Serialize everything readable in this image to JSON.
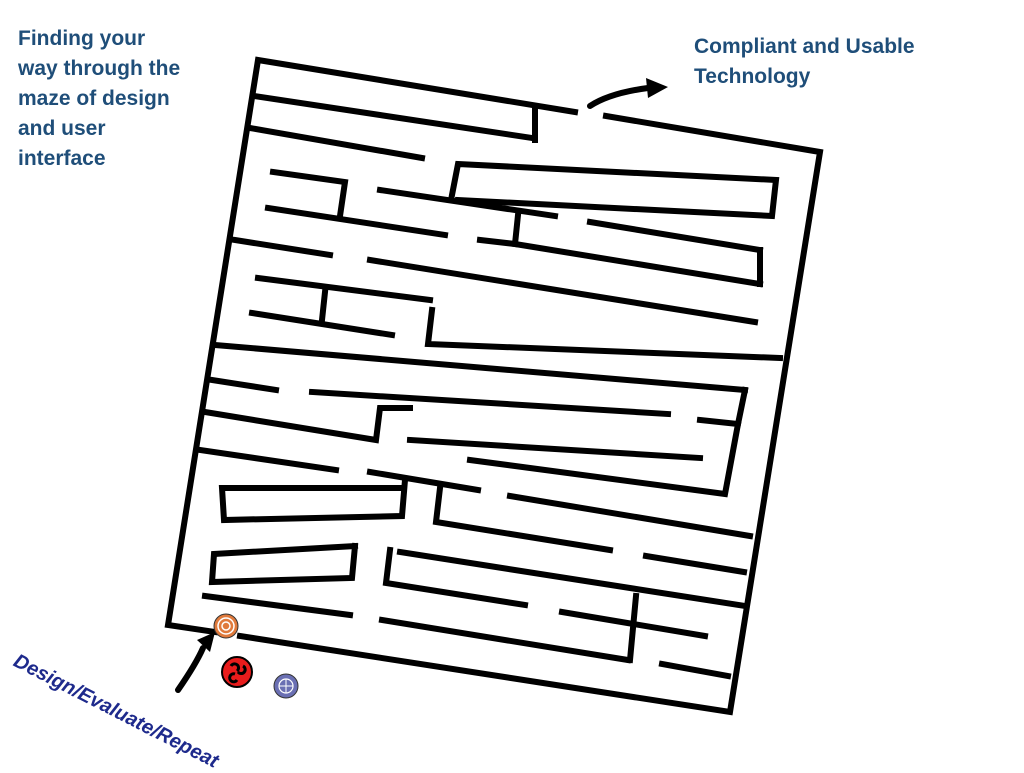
{
  "title": "Finding your\nway through the\nmaze of design\nand user\ninterface",
  "goal": "Compliant and Usable\nTechnology",
  "process": "Design/Evaluate/Repeat",
  "colors": {
    "caption": "#1f4e79",
    "process_caption": "#1e2a8c",
    "walls": "#000000",
    "token_orange": "#e07a3c",
    "token_red": "#e81c1c",
    "token_purple": "#6a6fb3"
  },
  "icons": [
    "start-token-icon",
    "red-token-icon",
    "purple-token-icon",
    "entry-arrow-icon",
    "exit-arrow-icon"
  ]
}
